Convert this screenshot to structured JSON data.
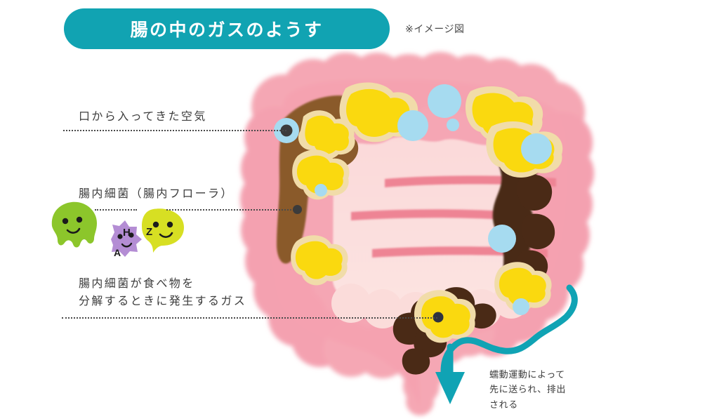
{
  "header": {
    "title": "腸の中のガスのようす",
    "note": "※イメージ図",
    "pill_color": "#11A3B2"
  },
  "callouts": [
    {
      "id": "air",
      "label": "口から入ってきた空気",
      "marker": "blue-bubble-with-dark-dot"
    },
    {
      "id": "flora",
      "label": "腸内細菌（腸内フローラ）",
      "marker": "dark-dot"
    },
    {
      "id": "gas",
      "label_line1": "腸内細菌が食べ物を",
      "label_line2": "分解するときに発生するガス",
      "marker": "yellow-gas-cluster-with-dark-dot"
    }
  ],
  "microbes": [
    {
      "letter": "H",
      "color": "#8CC62B",
      "shape": "octopus-blob"
    },
    {
      "letter": "A",
      "color": "#B48DD4",
      "shape": "spiky-ball"
    },
    {
      "letter": "Z",
      "color": "#D7DF23",
      "shape": "speech-blob"
    }
  ],
  "annotation": {
    "line1": "蠕動運動によって",
    "line2": "先に送られ、排出",
    "line3": "される",
    "arrow_color": "#10A3B4"
  },
  "illustration": {
    "name": "large-intestine-cross-section",
    "colors": {
      "colon_outer_pink": "#F4A2B0",
      "colon_outer_pink_light": "#F8C3CB",
      "colon_inner_pink": "#FADCDC",
      "colon_stripe_pink": "#EE8494",
      "stool_light_brown": "#8A5A2B",
      "stool_dark_brown": "#4A2A16",
      "gas_yellow": "#FAD90F",
      "gas_outline_cream": "#F2DCA8",
      "air_bubble_blue": "#A6DBF0",
      "dot_dark": "#3B3B3B"
    },
    "elements": {
      "gas_clusters": 8,
      "air_bubbles": 7,
      "stool_masses": 3,
      "inner_stripes": 3
    }
  }
}
